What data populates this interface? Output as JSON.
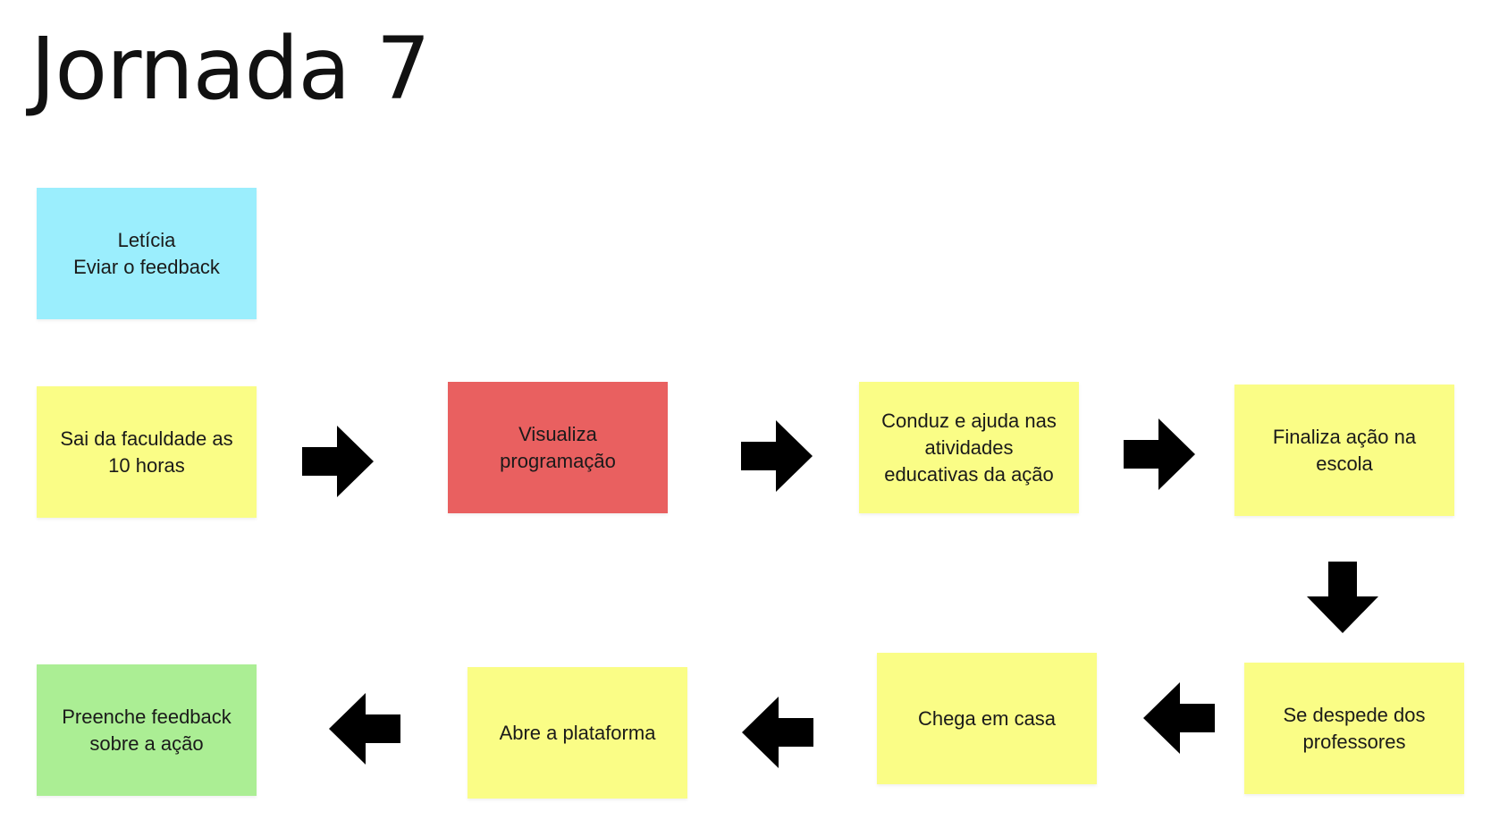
{
  "title": "Jornada 7",
  "colors": {
    "persona": "#9BEEFD",
    "step": "#FAFD86",
    "highlight": "#E96060",
    "final": "#ABEE94",
    "arrow": "#000000"
  },
  "persona": {
    "text": "Letícia\nEviar o feedback"
  },
  "steps": [
    {
      "text": "Sai da faculdade as\n10 horas",
      "color": "step"
    },
    {
      "text": "Visualiza\nprogramação",
      "color": "highlight"
    },
    {
      "text": "Conduz e ajuda nas\natividades\neducativas da ação",
      "color": "step"
    },
    {
      "text": "Finaliza ação na\nescola",
      "color": "step"
    },
    {
      "text": "Se despede dos\nprofessores",
      "color": "step"
    },
    {
      "text": "Chega em casa",
      "color": "step"
    },
    {
      "text": "Abre a plataforma",
      "color": "step"
    },
    {
      "text": "Preenche feedback\nsobre a ação",
      "color": "final"
    }
  ],
  "arrows": [
    {
      "direction": "right",
      "icon": "arrow-right-icon"
    },
    {
      "direction": "right",
      "icon": "arrow-right-icon"
    },
    {
      "direction": "right",
      "icon": "arrow-right-icon"
    },
    {
      "direction": "down",
      "icon": "arrow-down-icon"
    },
    {
      "direction": "left",
      "icon": "arrow-left-icon"
    },
    {
      "direction": "left",
      "icon": "arrow-left-icon"
    },
    {
      "direction": "left",
      "icon": "arrow-left-icon"
    }
  ]
}
